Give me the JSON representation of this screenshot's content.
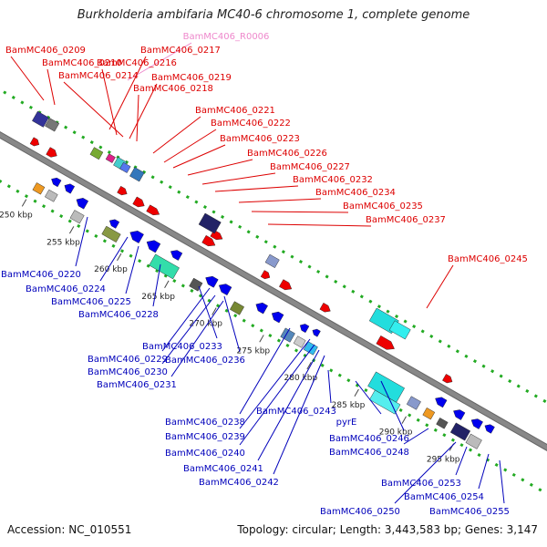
{
  "title": "Burkholderia ambifaria MC40-6 chromosome 1, complete genome",
  "footer": {
    "accession": "Accession: NC_010551",
    "summary": "Topology: circular; Length: 3,443,583 bp; Genes: 3,147"
  },
  "colors": {
    "forward_label": "#dd0000",
    "reverse_label": "#0000bb",
    "rna_label": "#ee88cc",
    "backbone": "#888888",
    "dotted_track": "#22aa22",
    "forward_gene": "#ee0000",
    "reverse_gene": "#0000ee"
  },
  "ticks": [
    "250 kbp",
    "255 kbp",
    "260 kbp",
    "265 kbp",
    "270 kbp",
    "275 kbp",
    "280 kbp",
    "285 kbp",
    "290 kbp",
    "295 kbp"
  ],
  "forward_labels": [
    "BamMC406_R0006",
    "BamMC406_0209",
    "BamMC406_0217",
    "BamMC406_0210",
    "BamMC406_0216",
    "BamMC406_0214",
    "BamMC406_0219",
    "BamMC406_0218",
    "BamMC406_0221",
    "BamMC406_0222",
    "BamMC406_0223",
    "BamMC406_0226",
    "BamMC406_0227",
    "BamMC406_0232",
    "BamMC406_0234",
    "BamMC406_0235",
    "BamMC406_0237",
    "BamMC406_0245"
  ],
  "reverse_labels": [
    "BamMC406_0220",
    "BamMC406_0224",
    "BamMC406_0225",
    "BamMC406_0228",
    "BamMC406_0233",
    "BamMC406_0229",
    "BamMC406_0236",
    "BamMC406_0230",
    "BamMC406_0231",
    "BamMC406_0243",
    "BamMC406_0238",
    "BamMC406_0239",
    "pyrE",
    "BamMC406_0246",
    "BamMC406_0240",
    "BamMC406_0248",
    "BamMC406_0241",
    "BamMC406_0242",
    "BamMC406_0253",
    "BamMC406_0254",
    "BamMC406_0250",
    "BamMC406_0255"
  ]
}
